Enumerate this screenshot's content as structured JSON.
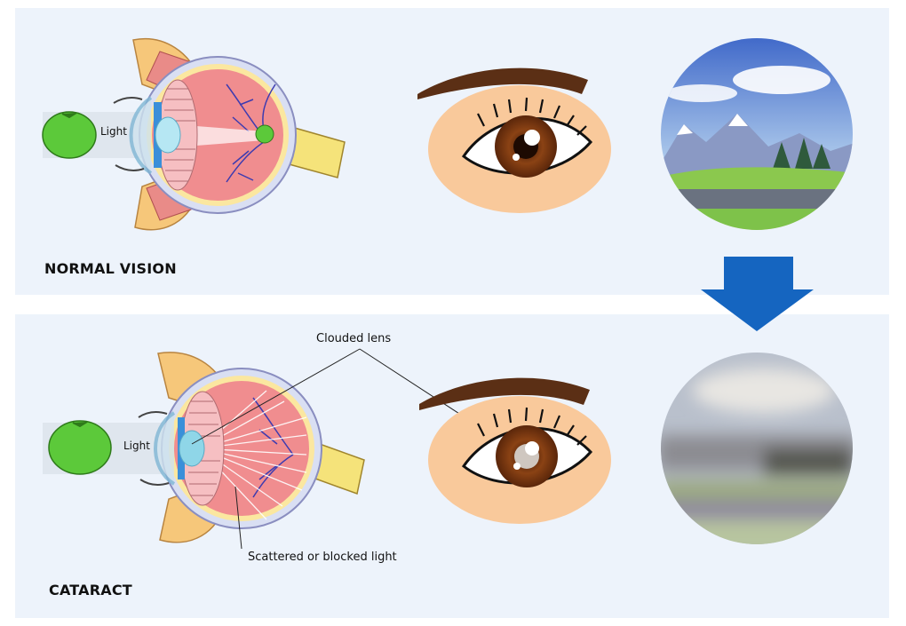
{
  "normal": {
    "title": "NORMAL VISION",
    "light_label": "Light"
  },
  "cataract": {
    "title": "CATARACT",
    "light_label": "Light",
    "callout_lens": "Clouded lens",
    "callout_light": "Scattered or blocked light"
  },
  "colors": {
    "panel": "#edf3fb",
    "arrow": "#1565c0",
    "iris": "#7a3a12",
    "skin": "#f9c99b",
    "brow": "#5b2f15",
    "apple": "#5cc93a"
  }
}
